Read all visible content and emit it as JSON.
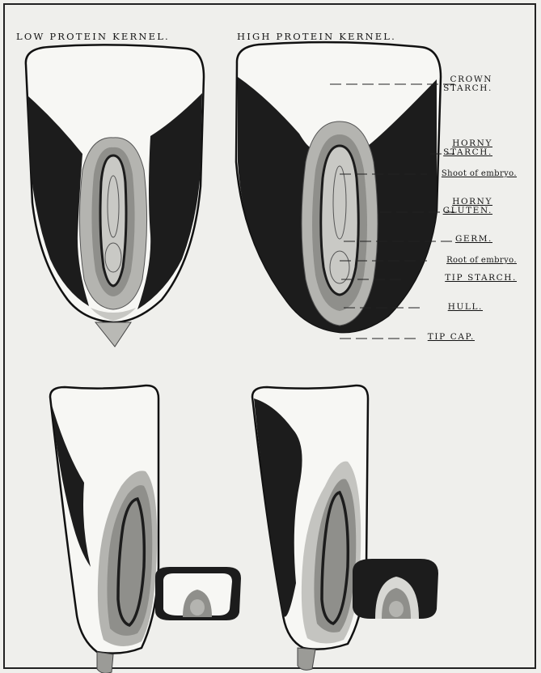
{
  "headings": {
    "low_protein": "LOW PROTEIN KERNEL.",
    "high_protein": "HIGH PROTEIN KERNEL."
  },
  "parts": [
    {
      "id": "crown-starch",
      "lines": [
        "CROWN",
        "STARCH."
      ]
    },
    {
      "id": "horny-starch",
      "lines": [
        "HORNY",
        "STARCH."
      ]
    },
    {
      "id": "shoot-of-embryo",
      "lines": [
        "Shoot of embryo."
      ]
    },
    {
      "id": "horny-gluten",
      "lines": [
        "HORNY",
        "GLUTEN."
      ]
    },
    {
      "id": "germ",
      "lines": [
        "GERM."
      ]
    },
    {
      "id": "root-of-embryo",
      "lines": [
        "Root of embryo."
      ]
    },
    {
      "id": "tip-starch",
      "lines": [
        "TIP STARCH."
      ]
    },
    {
      "id": "hull",
      "lines": [
        "HULL."
      ]
    },
    {
      "id": "tip-cap",
      "lines": [
        "TIP CAP."
      ]
    }
  ],
  "colors": {
    "paper": "#efefec",
    "horny_starch": "#1c1c1c",
    "crown_starch": "#fafaf8",
    "gluten": "#b4b4b0",
    "germ": "#8f8f8b",
    "embryo": "#c7c7c3"
  }
}
